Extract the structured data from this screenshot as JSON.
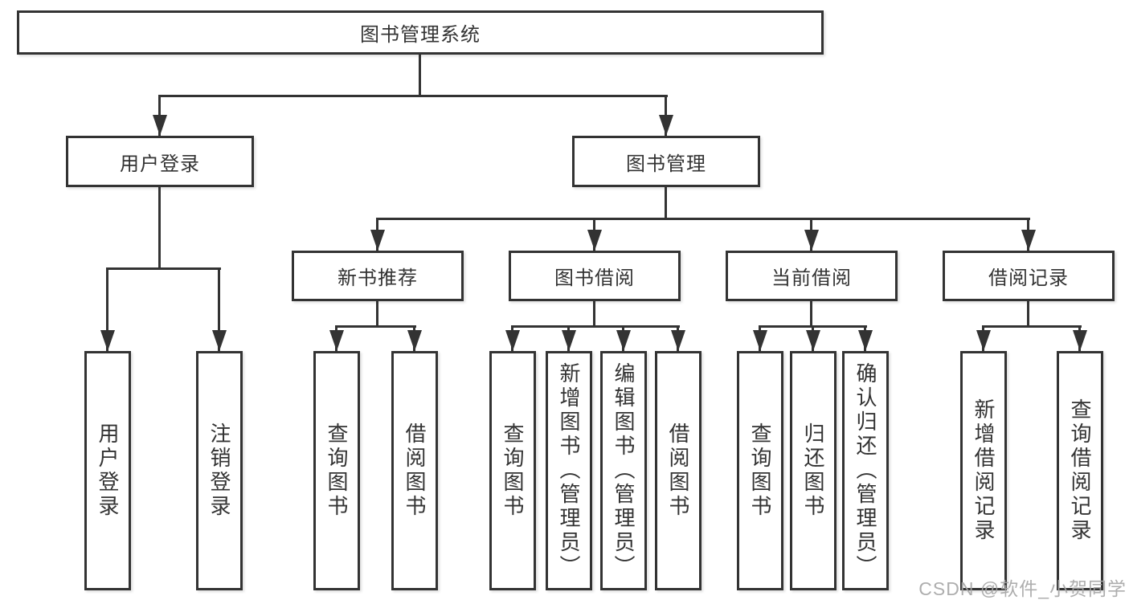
{
  "diagram": {
    "title": "图书管理系统",
    "tree": {
      "label": "图书管理系统",
      "children": [
        {
          "label": "用户登录",
          "children": [
            {
              "label": "用户登录"
            },
            {
              "label": "注销登录"
            }
          ]
        },
        {
          "label": "图书管理",
          "children": [
            {
              "label": "新书推荐",
              "children": [
                {
                  "label": "查询图书"
                },
                {
                  "label": "借阅图书"
                }
              ]
            },
            {
              "label": "图书借阅",
              "children": [
                {
                  "label": "查询图书"
                },
                {
                  "label": "新增图书（管理员）"
                },
                {
                  "label": "编辑图书（管理员）"
                },
                {
                  "label": "借阅图书"
                }
              ]
            },
            {
              "label": "当前借阅",
              "children": [
                {
                  "label": "查询图书"
                },
                {
                  "label": "归还图书"
                },
                {
                  "label": "确认归还（管理员）"
                }
              ]
            },
            {
              "label": "借阅记录",
              "children": [
                {
                  "label": "新增借阅记录"
                },
                {
                  "label": "查询借阅记录"
                }
              ]
            }
          ]
        }
      ]
    },
    "colors": {
      "line": "#333333",
      "text": "#333333",
      "box_background": "#ffffff",
      "page_background": "#ffffff",
      "watermark": "#a5a5a5"
    }
  },
  "watermark": {
    "text": "CSDN @软件_小贺同学"
  }
}
